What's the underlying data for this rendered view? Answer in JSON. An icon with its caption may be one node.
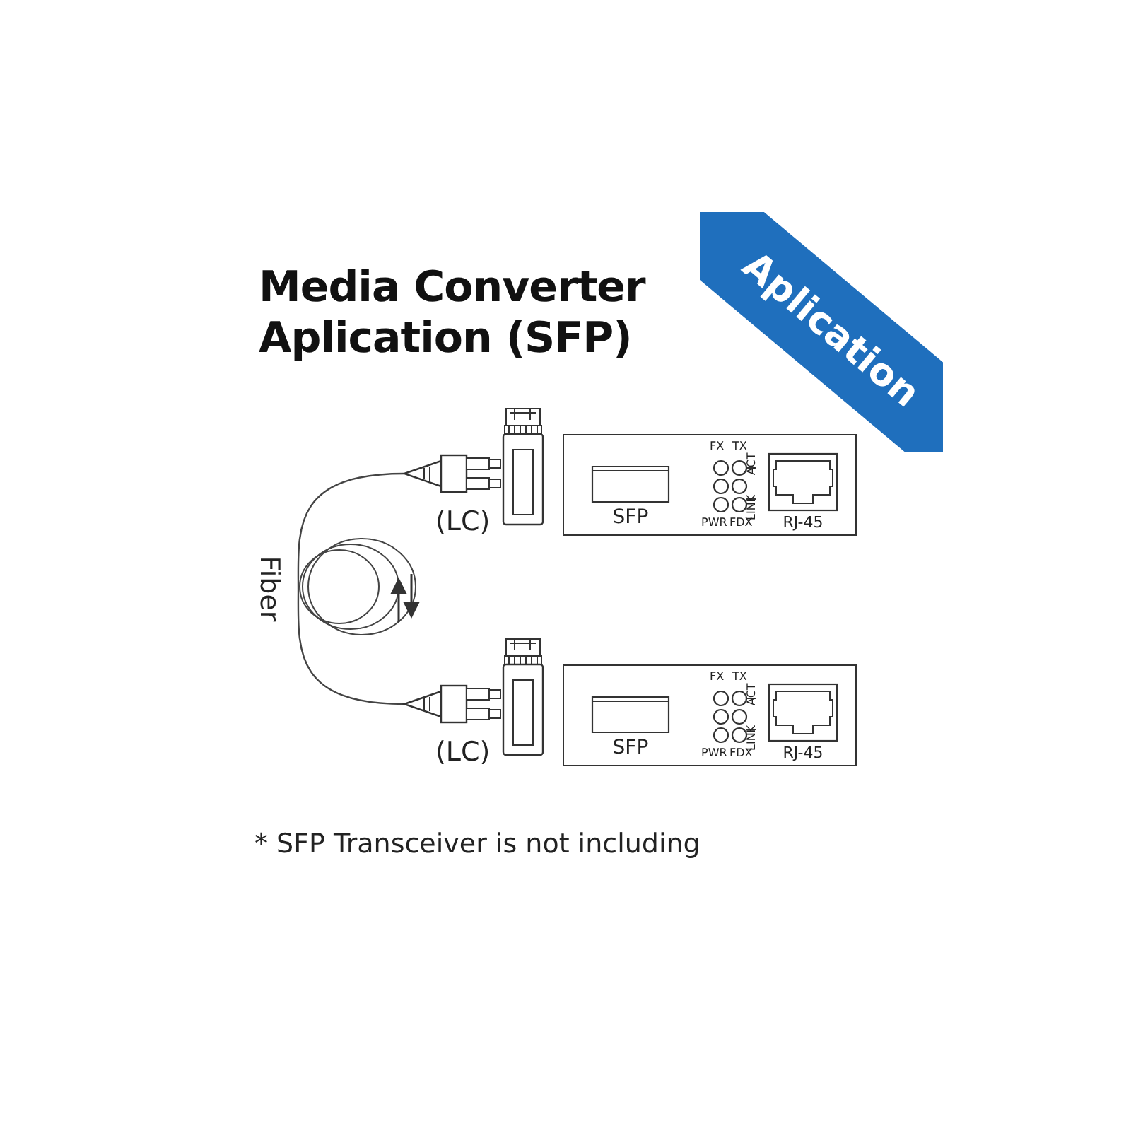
{
  "diagram": {
    "title": "Media Converter Aplication (SFP)",
    "nodes": [
      {
        "text": [
          "Aplication"
        ]
      },
      {
        "text": [],
        "shape": "picture",
        "beside": [
          "(LC)"
        ]
      },
      {
        "text": [],
        "shape": "picture"
      },
      {
        "text": [],
        "shape": "box"
      },
      {
        "text": [
          "SFP"
        ],
        "in": 3
      },
      {
        "text": [
          "RJ-45"
        ],
        "in": 3
      },
      {
        "text": [],
        "shape": "picture",
        "beside": [
          "(LC)"
        ]
      },
      {
        "text": [],
        "shape": "picture"
      },
      {
        "text": [],
        "shape": "box"
      },
      {
        "text": [
          "SFP"
        ],
        "in": 8
      },
      {
        "text": [
          "RJ-45"
        ],
        "in": 8
      }
    ],
    "edges": [
      {
        "from": 1,
        "to": 6,
        "arrow": "none",
        "label": "Fiber"
      }
    ],
    "labels": [
      "FX",
      "TX",
      "ACT",
      "LINK",
      "PWR",
      "FDX",
      "FX",
      "TX",
      "ACT",
      "LINK",
      "PWR",
      "FDX",
      "* SFP Transceiver is not including"
    ]
  }
}
